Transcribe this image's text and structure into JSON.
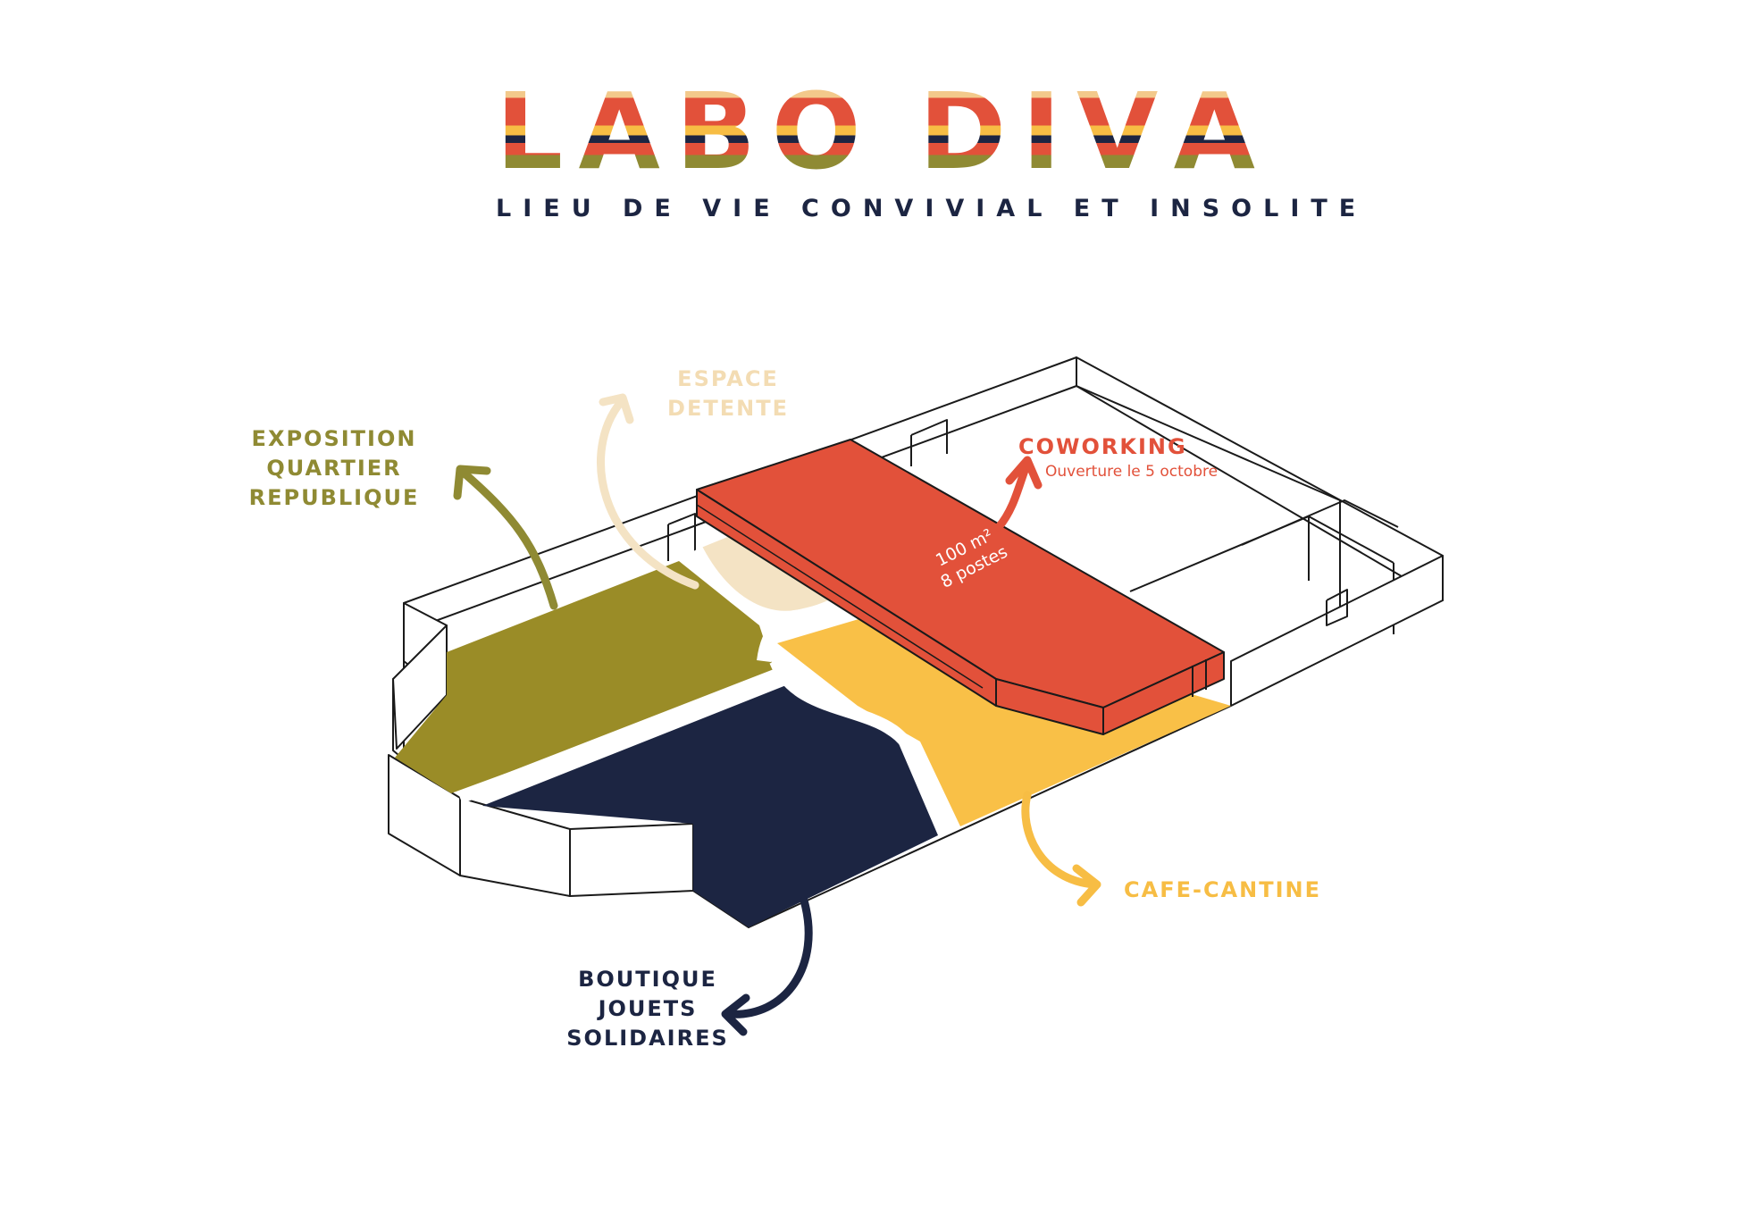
{
  "logo": {
    "letters": [
      "L",
      "A",
      "B",
      "O",
      " ",
      "D",
      "I",
      "V",
      "A"
    ],
    "colors": [
      "#e2513a",
      "#f3c98b",
      "#f7bd44",
      "#1c2542",
      "#8f8a33"
    ]
  },
  "subtitle": "LIEU DE VIE CONVIVIAL ET INSOLITE",
  "zones": {
    "exposition": {
      "lines": [
        "EXPOSITION",
        "QUARTIER",
        "REPUBLIQUE"
      ],
      "color": "#8f8a33"
    },
    "detente": {
      "lines": [
        "ESPACE",
        "DETENTE"
      ],
      "color": "#f3dcb3"
    },
    "coworking": {
      "title": "COWORKING",
      "subtitle": "Ouverture le 5 octobre",
      "area_lines": [
        "100 m²",
        "8 postes"
      ],
      "color": "#e2513a"
    },
    "cafe": {
      "title": "CAFE-CANTINE",
      "color": "#f7bd44"
    },
    "boutique": {
      "lines": [
        "BOUTIQUE",
        "JOUETS",
        "SOLIDAIRES"
      ],
      "color": "#1c2542"
    }
  },
  "outline_color": "#1a1a1a"
}
